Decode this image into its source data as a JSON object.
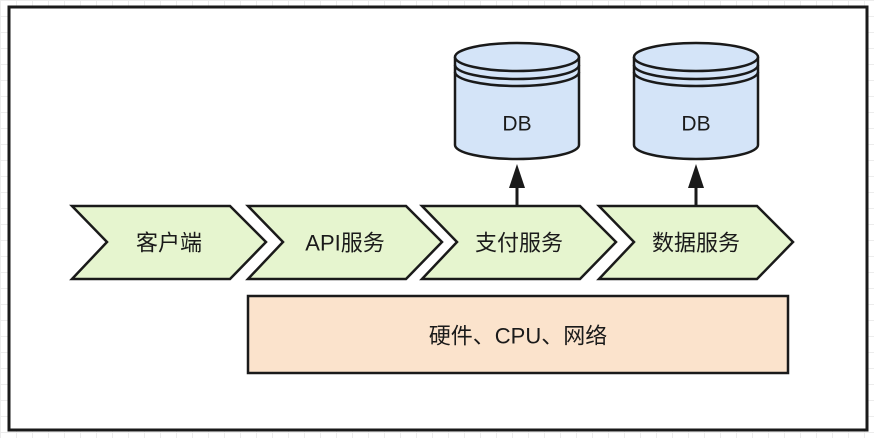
{
  "pipeline": {
    "stages": [
      {
        "label": "客户端"
      },
      {
        "label": "API服务"
      },
      {
        "label": "支付服务"
      },
      {
        "label": "数据服务"
      }
    ]
  },
  "databases": [
    {
      "label": "DB"
    },
    {
      "label": "DB"
    }
  ],
  "infrastructure": {
    "label": "硬件、CPU、网络"
  },
  "colors": {
    "stage_fill": "#e6f5cf",
    "db_fill": "#d4e4f8",
    "infra_fill": "#fbe3cc",
    "stroke": "#1a1a1a"
  }
}
